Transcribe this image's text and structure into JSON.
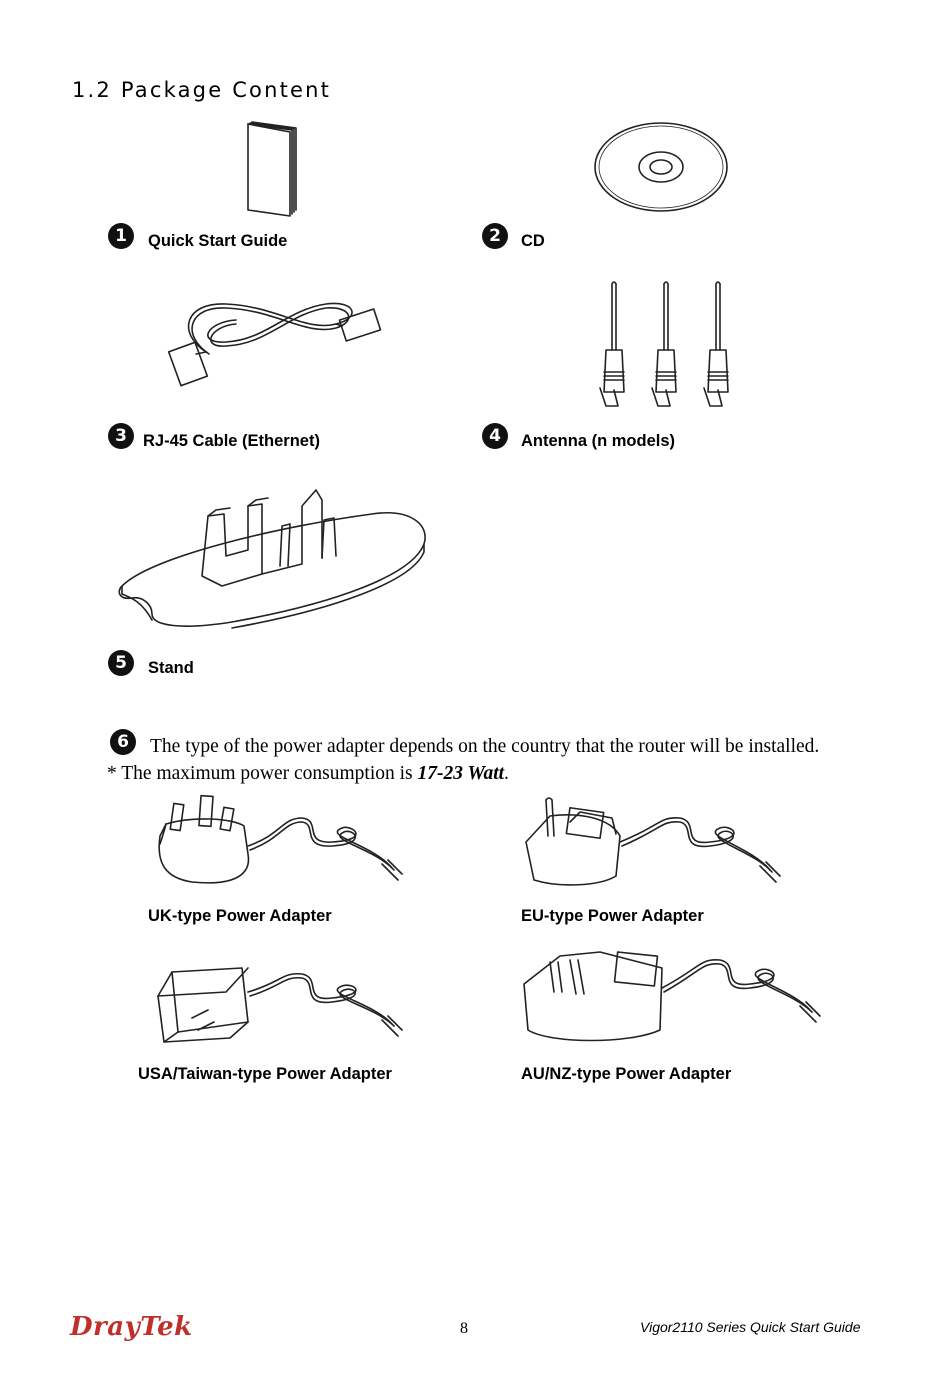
{
  "section_title": "1.2 Package Content",
  "items": [
    {
      "number": "1",
      "label": "Quick Start Guide",
      "icon": "booklet-icon"
    },
    {
      "number": "2",
      "label": "CD",
      "icon": "cd-icon"
    },
    {
      "number": "3",
      "label": "RJ-45 Cable (Ethernet)",
      "icon": "ethernet-cable-icon"
    },
    {
      "number": "4",
      "label": "Antenna (n models)",
      "icon": "antenna-icon"
    },
    {
      "number": "5",
      "label": "Stand",
      "icon": "stand-icon"
    }
  ],
  "power": {
    "number": "6",
    "text": "The type of the power adapter depends on the country that the router will be installed.",
    "consumption_prefix": "* The maximum power consumption is ",
    "consumption_value": "17-23 Watt",
    "consumption_suffix": "."
  },
  "adapters": [
    {
      "label": "UK-type Power Adapter",
      "icon": "uk-adapter-icon"
    },
    {
      "label": "EU-type Power Adapter",
      "icon": "eu-adapter-icon"
    },
    {
      "label": "USA/Taiwan-type Power Adapter",
      "icon": "usa-adapter-icon"
    },
    {
      "label": "AU/NZ-type Power Adapter",
      "icon": "au-adapter-icon"
    }
  ],
  "footer": {
    "brand": "DrayTek",
    "page_number": "8",
    "guide_title": "Vigor2110 Series Quick Start Guide"
  },
  "colors": {
    "brand": "#c0302a",
    "text": "#000000",
    "badge": "#111111"
  }
}
